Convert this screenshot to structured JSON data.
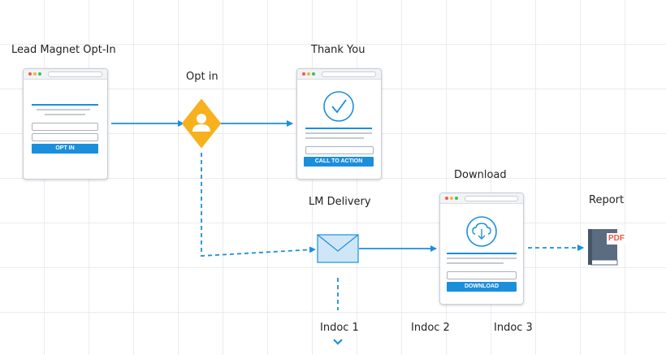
{
  "nodes": {
    "lead_magnet": {
      "label": "Lead Magnet Opt-In",
      "button": "OPT IN"
    },
    "opt_in": {
      "label": "Opt in"
    },
    "thank_you": {
      "label": "Thank You",
      "button": "CALL TO ACTION"
    },
    "lm_delivery": {
      "label": "LM Delivery"
    },
    "download": {
      "label": "Download",
      "button": "DOWNLOAD"
    },
    "report": {
      "label": "Report",
      "badge": "PDF"
    },
    "indoc_1": {
      "label": "Indoc 1"
    },
    "indoc_2": {
      "label": "Indoc 2"
    },
    "indoc_3": {
      "label": "Indoc 3"
    }
  },
  "colors": {
    "accent": "#1b8fdc",
    "opt_in_diamond": "#f7b11e",
    "envelope_fill": "#cfe6f8",
    "book": "#5b6b80",
    "pdf_badge": "#e9573f"
  },
  "icons": {
    "opt_in": "user-icon",
    "thank_you": "check-circle-icon",
    "lm_delivery": "envelope-icon",
    "download": "cloud-download-icon",
    "report": "pdf-book-icon"
  }
}
